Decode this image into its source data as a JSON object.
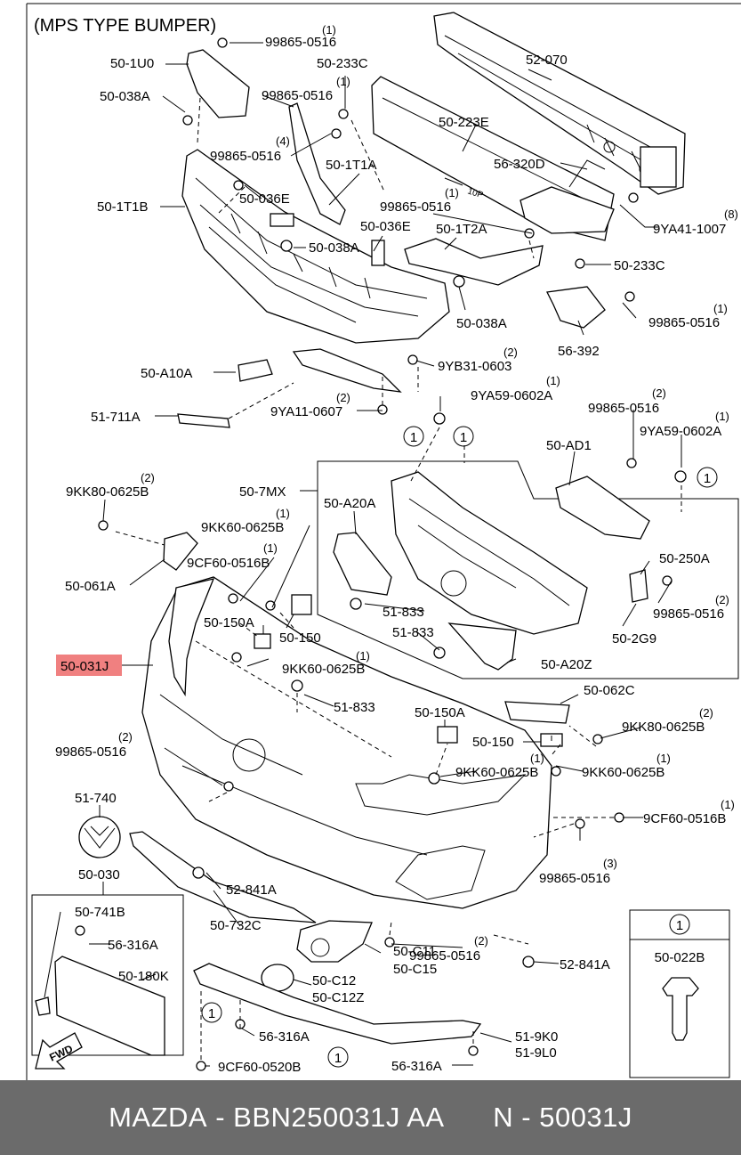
{
  "diagram": {
    "title": "(MPS TYPE BUMPER)",
    "front_arrow_label": "FWD",
    "callouts": [
      {
        "id": "c-99865-0516-a",
        "text": "99865-0516",
        "qty": "(1)"
      },
      {
        "id": "c-50-1u0",
        "text": "50-1U0"
      },
      {
        "id": "c-50-233c-a",
        "text": "50-233C",
        "qty": "(1)"
      },
      {
        "id": "c-52-070",
        "text": "52-070"
      },
      {
        "id": "c-50-038a-a",
        "text": "50-038A"
      },
      {
        "id": "c-99865-0516-b",
        "text": "99865-0516"
      },
      {
        "id": "c-50-223e",
        "text": "50-223E"
      },
      {
        "id": "c-99865-0516-c",
        "text": "99865-0516",
        "qty": "(4)"
      },
      {
        "id": "c-50-1t1a",
        "text": "50-1T1A"
      },
      {
        "id": "c-56-320d",
        "text": "56-320D"
      },
      {
        "id": "c-50-1t1b",
        "text": "50-1T1B"
      },
      {
        "id": "c-50-036e-a",
        "text": "50-036E"
      },
      {
        "id": "c-99865-0516-d",
        "text": "99865-0516",
        "qty": "(1)"
      },
      {
        "id": "c-9ya41-1007",
        "text": "9YA41-1007",
        "qty": "(8)"
      },
      {
        "id": "c-50-036e-b",
        "text": "50-036E"
      },
      {
        "id": "c-50-1t2a",
        "text": "50-1T2A"
      },
      {
        "id": "c-50-038a-b",
        "text": "50-038A"
      },
      {
        "id": "c-50-233c-b",
        "text": "50-233C"
      },
      {
        "id": "c-99865-0516-e",
        "text": "99865-0516",
        "qty": "(1)"
      },
      {
        "id": "c-50-038a-c",
        "text": "50-038A"
      },
      {
        "id": "c-56-392",
        "text": "56-392"
      },
      {
        "id": "c-9yb31-0603",
        "text": "9YB31-0603",
        "qty": "(2)"
      },
      {
        "id": "c-50-a10a",
        "text": "50-A10A"
      },
      {
        "id": "c-9ya59-0602a-a",
        "text": "9YA59-0602A",
        "qty": "(1)"
      },
      {
        "id": "c-9ya11-0607",
        "text": "9YA11-0607",
        "qty": "(2)"
      },
      {
        "id": "c-51-711a",
        "text": "51-711A"
      },
      {
        "id": "c-99865-0516-f",
        "text": "99865-0516",
        "qty": "(2)"
      },
      {
        "id": "c-9ya59-0602a-b",
        "text": "9YA59-0602A",
        "qty": "(1)"
      },
      {
        "id": "c-50-ad1",
        "text": "50-AD1"
      },
      {
        "id": "c-9kk80-0625b-a",
        "text": "9KK80-0625B",
        "qty": "(2)"
      },
      {
        "id": "c-50-7mx",
        "text": "50-7MX"
      },
      {
        "id": "c-50-a20a",
        "text": "50-A20A"
      },
      {
        "id": "c-9kk60-0625b-a",
        "text": "9KK60-0625B",
        "qty": "(1)"
      },
      {
        "id": "c-9cf60-0516b-a",
        "text": "9CF60-0516B",
        "qty": "(1)"
      },
      {
        "id": "c-50-250a",
        "text": "50-250A"
      },
      {
        "id": "c-50-061a",
        "text": "50-061A"
      },
      {
        "id": "c-99865-0516-g",
        "text": "99865-0516",
        "qty": "(2)"
      },
      {
        "id": "c-51-833-a",
        "text": "51-833"
      },
      {
        "id": "c-50-150a-a",
        "text": "50-150A"
      },
      {
        "id": "c-50-150-a",
        "text": "50-150"
      },
      {
        "id": "c-51-833-b",
        "text": "51-833"
      },
      {
        "id": "c-50-2g9",
        "text": "50-2G9"
      },
      {
        "id": "c-50-031j",
        "text": "50-031J"
      },
      {
        "id": "c-9kk60-0625b-b",
        "text": "9KK60-0625B",
        "qty": "(1)"
      },
      {
        "id": "c-50-a20z",
        "text": "50-A20Z"
      },
      {
        "id": "c-50-062c",
        "text": "50-062C"
      },
      {
        "id": "c-51-833-c",
        "text": "51-833"
      },
      {
        "id": "c-50-150a-b",
        "text": "50-150A"
      },
      {
        "id": "c-9kk80-0625b-b",
        "text": "9KK80-0625B",
        "qty": "(2)"
      },
      {
        "id": "c-99865-0516-h",
        "text": "99865-0516",
        "qty": "(2)"
      },
      {
        "id": "c-50-150-b",
        "text": "50-150"
      },
      {
        "id": "c-9kk60-0625b-c",
        "text": "9KK60-0625B",
        "qty": "(1)"
      },
      {
        "id": "c-9kk60-0625b-d",
        "text": "9KK60-0625B",
        "qty": "(1)"
      },
      {
        "id": "c-51-740",
        "text": "51-740"
      },
      {
        "id": "c-9cf60-0516b-b",
        "text": "9CF60-0516B",
        "qty": "(1)"
      },
      {
        "id": "c-99865-0516-i",
        "text": "99865-0516",
        "qty": "(3)"
      },
      {
        "id": "c-50-030",
        "text": "50-030"
      },
      {
        "id": "c-52-841a-a",
        "text": "52-841A"
      },
      {
        "id": "c-50-741b",
        "text": "50-741B"
      },
      {
        "id": "c-56-316a-a",
        "text": "56-316A"
      },
      {
        "id": "c-50-180k",
        "text": "50-180K"
      },
      {
        "id": "c-50-732c",
        "text": "50-732C"
      },
      {
        "id": "c-99865-0516-j",
        "text": "99865-0516",
        "qty": "(2)"
      },
      {
        "id": "c-52-841a-b",
        "text": "52-841A"
      },
      {
        "id": "c-50-c11",
        "text": "50-C11"
      },
      {
        "id": "c-50-c15",
        "text": "50-C15"
      },
      {
        "id": "c-50-c12",
        "text": "50-C12"
      },
      {
        "id": "c-50-c12z",
        "text": "50-C12Z"
      },
      {
        "id": "c-56-316a-b",
        "text": "56-316A"
      },
      {
        "id": "c-51-9k0",
        "text": "51-9K0"
      },
      {
        "id": "c-51-9l0",
        "text": "51-9L0"
      },
      {
        "id": "c-9cf60-0520b",
        "text": "9CF60-0520B"
      },
      {
        "id": "c-56-316a-c",
        "text": "56-316A"
      }
    ],
    "reference_marker": "1",
    "legend": {
      "marker": "1",
      "part": "50-022B"
    }
  },
  "footer": {
    "brand": "MAZDA",
    "part_number": "BBN250031J AA",
    "catalog_number": "N - 50031J"
  }
}
